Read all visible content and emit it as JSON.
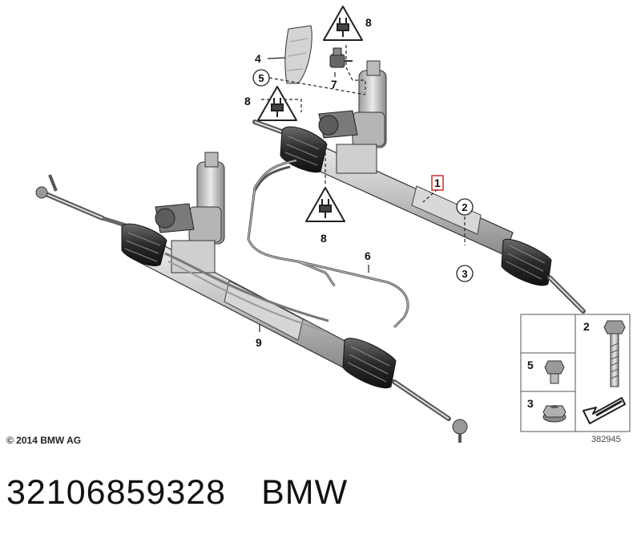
{
  "callouts": {
    "c1": "1",
    "c2": "2",
    "c3": "3",
    "c4": "4",
    "c5": "5",
    "c6": "6",
    "c7": "7",
    "c8a": "8",
    "c8b": "8",
    "c8c": "8",
    "c9": "9"
  },
  "legend": {
    "l2": "2",
    "l3": "3",
    "l5": "5"
  },
  "copyright": "© 2014 BMW AG",
  "diagram_number": "382945",
  "part_number": "32106859328",
  "brand": "BMW",
  "icons": [
    "electrical-plug-warning-icon",
    "hex-bolt-icon",
    "collar-nut-icon",
    "arrow-icon"
  ],
  "colors": {
    "highlight": "#d42a2a",
    "part_fill": "#c9c9c9",
    "outline": "#333333"
  }
}
